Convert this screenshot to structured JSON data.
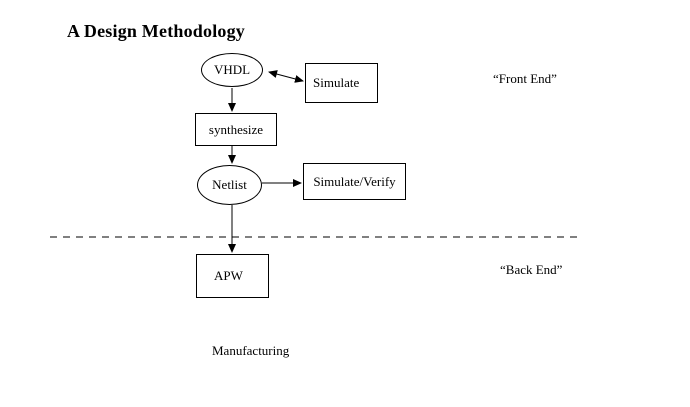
{
  "title": "A Design Methodology",
  "diagram": {
    "nodes": {
      "vhdl": {
        "label": "VHDL",
        "shape": "ellipse"
      },
      "simulate": {
        "label": "Simulate",
        "shape": "rect"
      },
      "synthesize": {
        "label": "synthesize",
        "shape": "rect"
      },
      "netlist": {
        "label": "Netlist",
        "shape": "ellipse"
      },
      "simulate_verify": {
        "label": "Simulate/Verify",
        "shape": "rect"
      },
      "apw": {
        "label": "APW",
        "shape": "rect"
      }
    },
    "annotations": {
      "front_end": "“Front End”",
      "back_end": "“Back End”",
      "manufacturing": "Manufacturing"
    },
    "colors": {
      "background": "#ffffff",
      "line": "#000000",
      "text": "#000000"
    }
  }
}
